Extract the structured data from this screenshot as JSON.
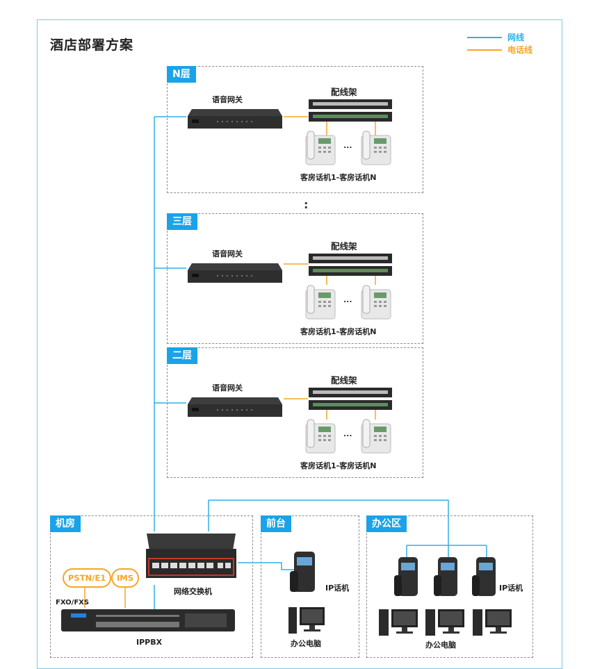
{
  "title": "酒店部署方案",
  "legend": {
    "network": "网线",
    "phone": "电话线"
  },
  "colors": {
    "network": "#2fb0e6",
    "phone": "#f5a623",
    "tag": "#1aa3e8"
  },
  "floors": [
    {
      "tag": "N层",
      "gateway": "语音网关",
      "patch": "配线架",
      "phones": "客房话机1-客房话机N",
      "ellipsis": "..."
    },
    {
      "tag": "三层",
      "gateway": "语音网关",
      "patch": "配线架",
      "phones": "客房话机1-客房话机N",
      "ellipsis": "..."
    },
    {
      "tag": "二层",
      "gateway": "语音网关",
      "patch": "配线架",
      "phones": "客房话机1-客房话机N",
      "ellipsis": "..."
    }
  ],
  "floor_gap": ":",
  "machine_room": {
    "tag": "机房",
    "pstn": "PSTN/E1",
    "ims": "IMS",
    "fxo": "FXO/FXS",
    "switch": "网络交换机",
    "ippbx": "IPPBX"
  },
  "front_desk": {
    "tag": "前台",
    "phone": "IP话机",
    "pc": "办公电脑"
  },
  "office": {
    "tag": "办公区",
    "phone": "IP话机",
    "pc": "办公电脑"
  }
}
